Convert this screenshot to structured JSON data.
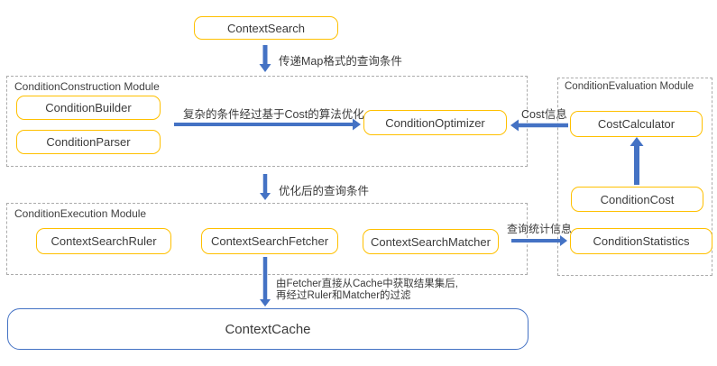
{
  "nodes": {
    "context_search": "ContextSearch",
    "condition_builder": "ConditionBuilder",
    "condition_parser": "ConditionParser",
    "condition_optimizer": "ConditionOptimizer",
    "cost_calculator": "CostCalculator",
    "condition_cost": "ConditionCost",
    "condition_statistics": "ConditionStatistics",
    "context_search_ruler": "ContextSearchRuler",
    "context_search_fetcher": "ContextSearchFetcher",
    "context_search_matcher": "ContextSearchMatcher",
    "context_cache": "ContextCache"
  },
  "modules": {
    "construction": "ConditionConstruction Module",
    "evaluation": "ConditionEvaluation Module",
    "execution": "ConditionExecution Module"
  },
  "edge_labels": {
    "map_query": "传递Map格式的查询条件",
    "cost_optimize": "复杂的条件经过基于Cost的算法优化",
    "cost_info": "Cost信息",
    "optimized_query": "优化后的查询条件",
    "query_stats": "查询统计信息",
    "fetch_line1": "由Fetcher直接从Cache中获取结果集后,",
    "fetch_line2": "再经过Ruler和Matcher的过滤"
  },
  "colors": {
    "node_border": "#FFC000",
    "arrow": "#4472C4",
    "cache_border": "#4472C4",
    "module_border": "#ababab"
  }
}
